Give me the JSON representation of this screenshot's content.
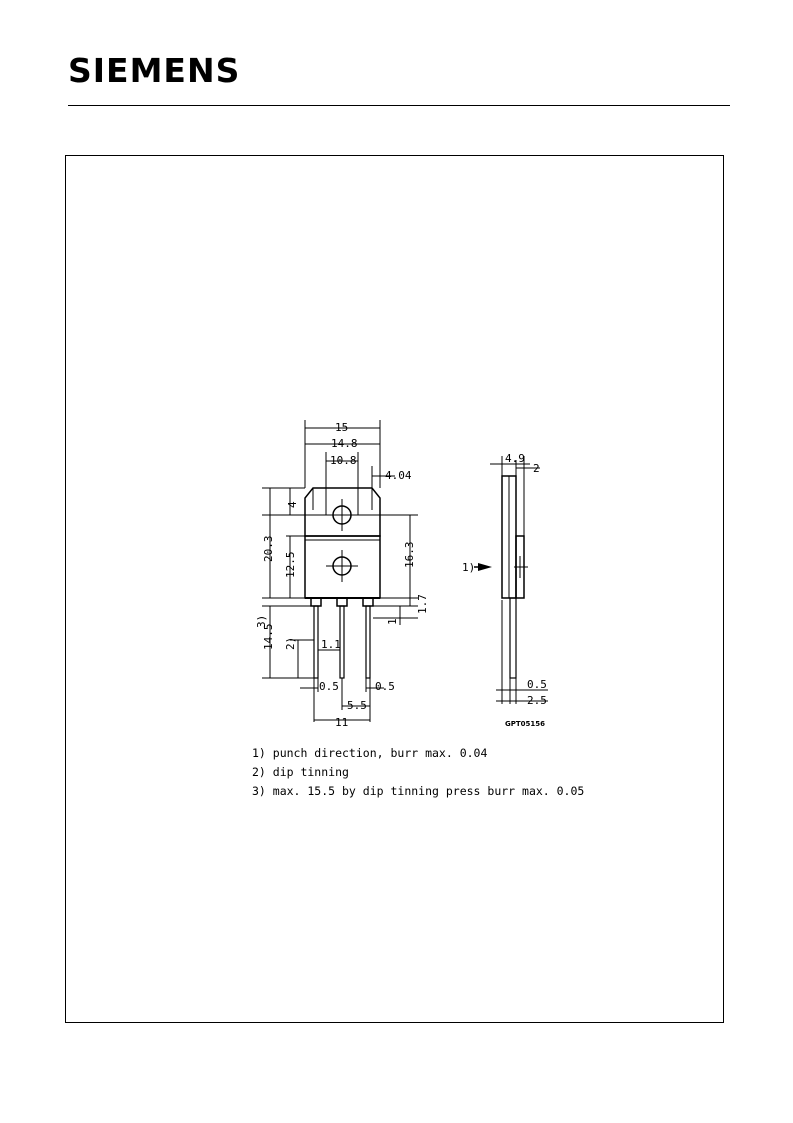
{
  "header": {
    "brand": "SIEMENS"
  },
  "drawing": {
    "front_view": {
      "width_total": "15",
      "width_body": "14.8",
      "hole_spacing": "10.8",
      "hole_offset": "4.04",
      "tab_height": "4",
      "overall_height": "20.3",
      "body_height": "12.5",
      "hole_to_pin": "16.3",
      "pin_length": "14.5",
      "note3_marker": "3)",
      "note2_marker": "2)",
      "pin_width": "1.1",
      "standoff": "1.7",
      "shoulder": "1",
      "pin_thickness_left": "0.5",
      "pin_thickness_right": "0.5",
      "pin_pitch": "5.5",
      "pin_span": "11"
    },
    "side_view": {
      "depth": "4.9",
      "flange": "2",
      "note1_marker": "1)",
      "lead_thickness": "0.5",
      "lead_offset": "2.5"
    },
    "drawing_code": "GPT05156"
  },
  "notes": [
    "1) punch direction, burr max. 0.04",
    "2) dip tinning",
    "3) max. 15.5 by dip tinning press burr max. 0.05"
  ]
}
